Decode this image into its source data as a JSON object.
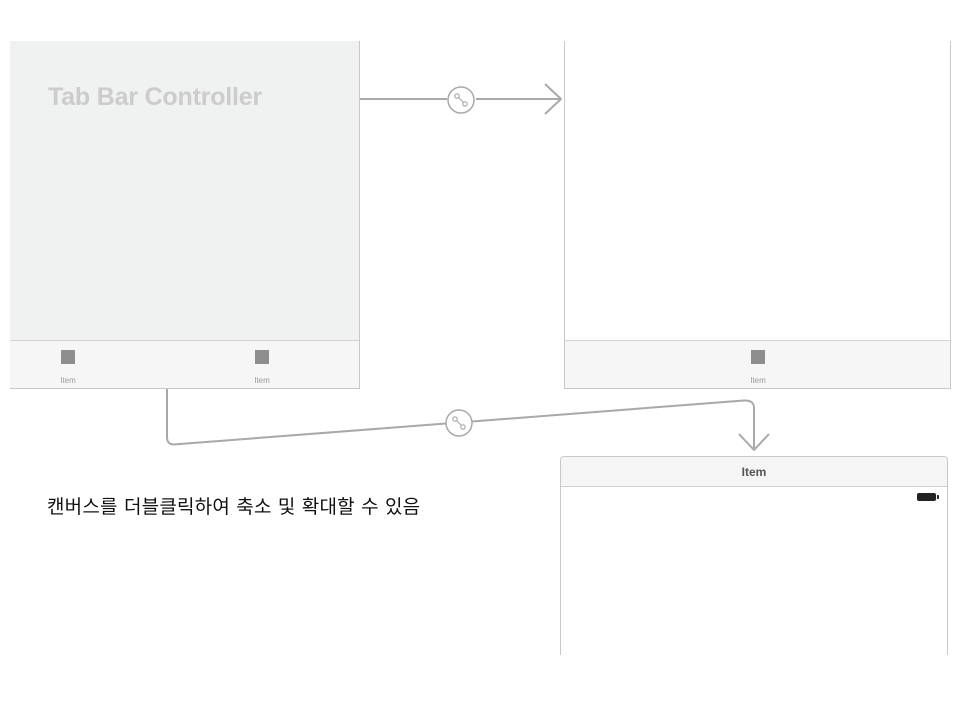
{
  "tab_bar_controller": {
    "title": "Tab Bar Controller",
    "tabs": [
      {
        "label": "Item",
        "icon": "tab-square-icon"
      },
      {
        "label": "Item",
        "icon": "tab-square-icon"
      }
    ]
  },
  "item_scene_1": {
    "tab": {
      "label": "Item",
      "icon": "tab-square-icon"
    }
  },
  "item_scene_2": {
    "header_title": "Item",
    "status_icon": "battery-icon"
  },
  "segues": [
    {
      "name": "relationship-segue-to-item-1",
      "icon": "segue-link-icon"
    },
    {
      "name": "relationship-segue-to-item-2",
      "icon": "segue-link-icon"
    }
  ],
  "caption": "캔버스를 더블클릭하여 축소 및 확대할 수 있음",
  "colors": {
    "scene_background": "#f0f1f1",
    "tabbar_background": "#f6f6f6",
    "segue_line": "#a9a9a9",
    "tab_icon": "#8e8e8e"
  }
}
